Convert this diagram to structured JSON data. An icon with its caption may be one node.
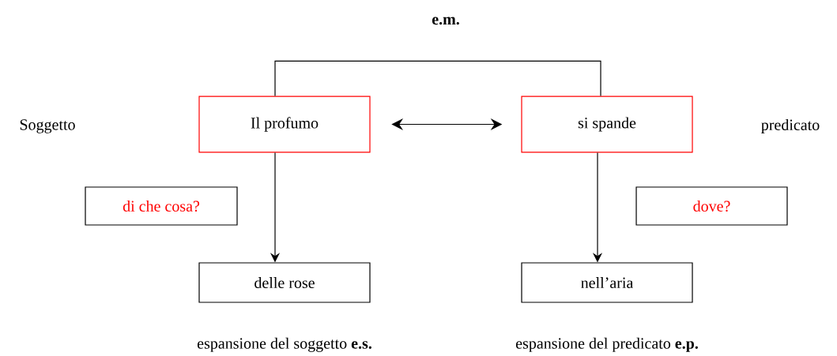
{
  "diagram": {
    "nodes": [
      {
        "text": [
          "Il profumo"
        ]
      },
      {
        "text": [
          "si spande"
        ]
      },
      {
        "text": [
          "di che cosa?"
        ]
      },
      {
        "text": [
          "dove?"
        ]
      },
      {
        "text": [
          "delle rose"
        ],
        "beside": [
          "espansione del soggetto **e.s.**"
        ]
      },
      {
        "text": [
          "nell’aria"
        ],
        "beside": [
          "espansione del predicato **e.p.**"
        ]
      }
    ],
    "edges": [
      {
        "from": 0,
        "to": 1,
        "arrow": "none",
        "label": "e.m."
      },
      {
        "from": 0,
        "to": 1,
        "arrow": "both"
      },
      {
        "from": 0,
        "to": 4,
        "arrow": "to"
      },
      {
        "from": 1,
        "to": 5,
        "arrow": "to"
      }
    ],
    "labels": [
      "Soggetto",
      "predicato"
    ]
  }
}
